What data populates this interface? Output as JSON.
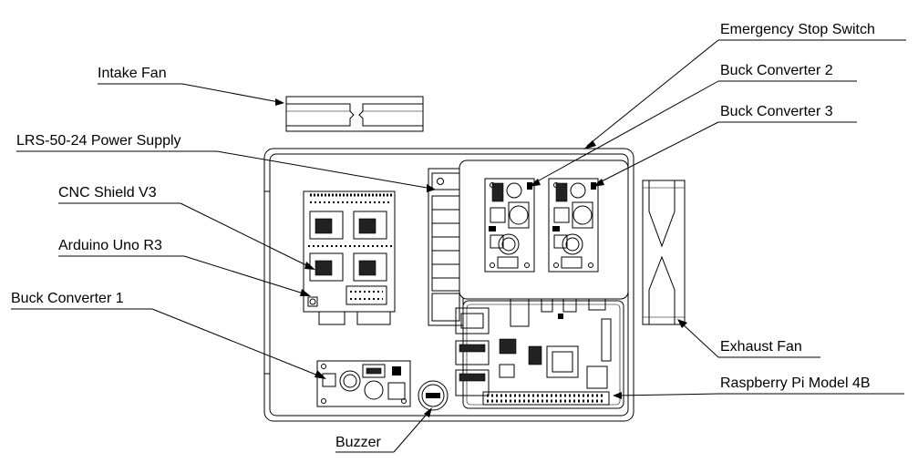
{
  "labels": {
    "intake_fan": "Intake Fan",
    "lrs_power_supply": "LRS-50-24 Power Supply",
    "cnc_shield": "CNC Shield V3",
    "arduino": "Arduino Uno R3",
    "buck_converter_1": "Buck Converter 1",
    "buzzer": "Buzzer",
    "emergency_stop": "Emergency Stop Switch",
    "buck_converter_2": "Buck Converter 2",
    "buck_converter_3": "Buck Converter 3",
    "exhaust_fan": "Exhaust Fan",
    "raspberry_pi": "Raspberry Pi Model 4B"
  },
  "colors": {
    "line": "#000000",
    "background": "#ffffff"
  }
}
